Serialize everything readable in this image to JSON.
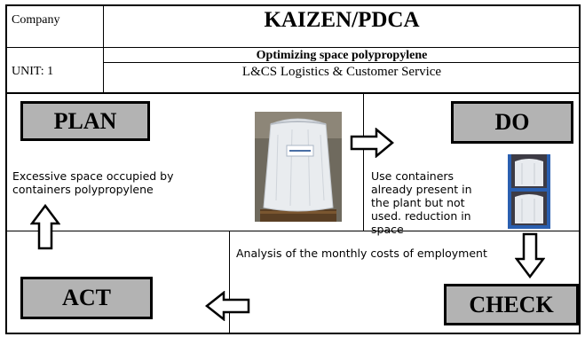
{
  "header": {
    "company_label": "Company",
    "title": "KAIZEN/PDCA",
    "subtitle": "Optimizing space polypropylene",
    "unit_label": "UNIT: 1",
    "department": "L&CS Logistics & Customer Service"
  },
  "plan": {
    "label": "PLAN",
    "text": "Excessive space occupied by containers polypropylene",
    "image_icon": "polypropylene-bulk-bag-photo"
  },
  "do": {
    "label": "DO",
    "text": "Use containers already present in the plant but not used. reduction in space",
    "image_icon": "stacked-containers-photo"
  },
  "check": {
    "label": "CHECK",
    "text": "Analysis of the monthly costs of employment"
  },
  "act": {
    "label": "ACT"
  },
  "colors": {
    "box_fill": "#b3b3b3",
    "border": "#000000",
    "background": "#ffffff"
  }
}
